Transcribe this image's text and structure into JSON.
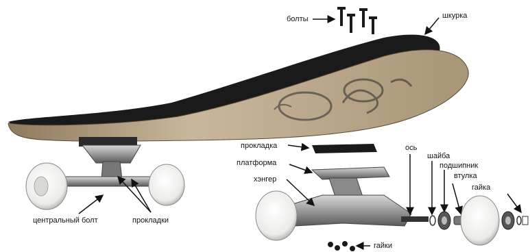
{
  "diagram": {
    "labels": {
      "bolts": "болты",
      "grip_tape": "шкурка",
      "pad": "прокладка",
      "baseplate": "платформа",
      "hanger": "хэнгер",
      "axle": "ось",
      "washer": "шайба",
      "bearing": "подшипник",
      "bushing_spacer": "втулка",
      "axle_nut": "гайка",
      "kingpin": "центральный болт",
      "pads": "прокладки",
      "nuts": "гайки"
    },
    "colors": {
      "deck_wood": "#c9b79c",
      "grip": "#1a1a1a",
      "metal": "#9a9a9a",
      "wheel": "#f2f2f0",
      "text": "#111111"
    }
  }
}
